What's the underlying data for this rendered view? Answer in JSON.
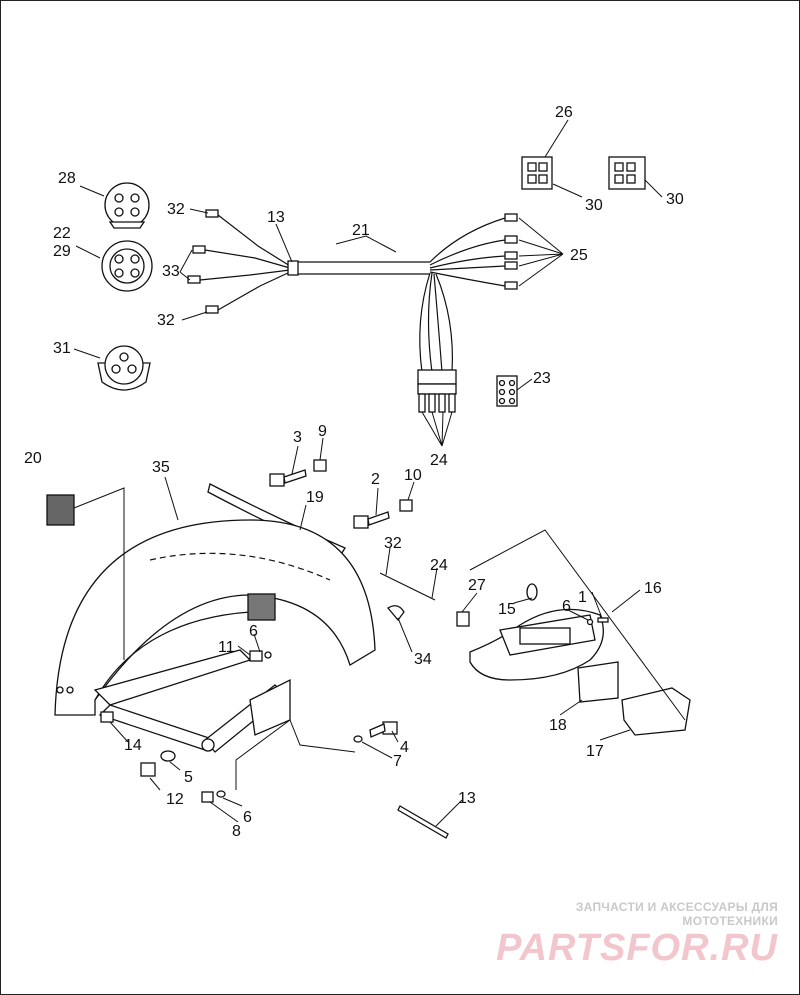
{
  "diagram": {
    "callouts": [
      "1",
      "2",
      "3",
      "4",
      "5",
      "6",
      "6",
      "6",
      "7",
      "8",
      "9",
      "10",
      "11",
      "12",
      "13",
      "13",
      "14",
      "15",
      "16",
      "17",
      "18",
      "19",
      "20",
      "21",
      "22",
      "23",
      "24",
      "24",
      "25",
      "26",
      "27",
      "28",
      "29",
      "30",
      "30",
      "31",
      "32",
      "32",
      "32",
      "33",
      "34",
      "35"
    ]
  },
  "watermark": {
    "tagline": "ЗАПЧАСТИ И АКСЕССУАРЫ ДЛЯ МОТОТЕХНИКИ",
    "logo": "PARTSFOR.RU"
  }
}
